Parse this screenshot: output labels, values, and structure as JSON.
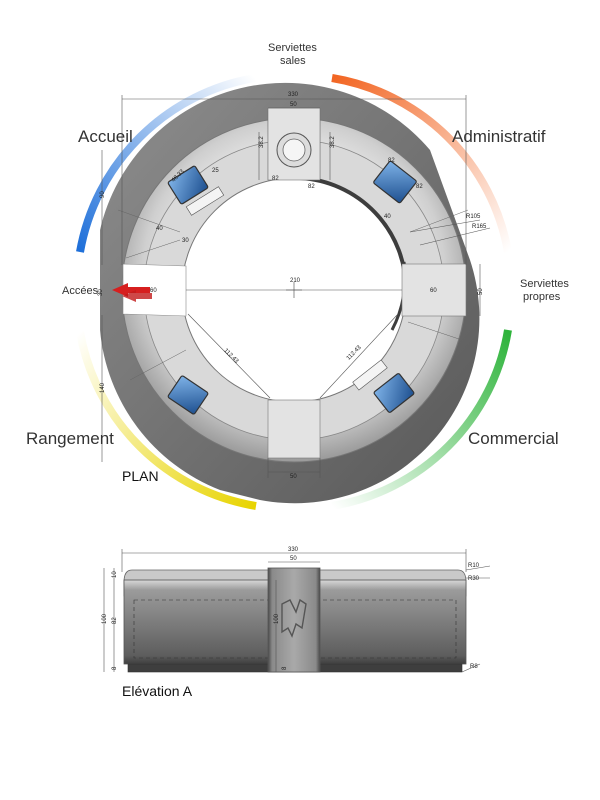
{
  "plan": {
    "title": "PLAN",
    "zones": {
      "accueil": "Accueil",
      "administratif": "Administratif",
      "rangement": "Rangement",
      "commercial": "Commercial",
      "acces": "Accées",
      "serviettes_sales_line1": "Serviettes",
      "serviettes_sales_line2": "sales",
      "serviettes_propres_line1": "Serviettes",
      "serviettes_propres_line2": "propres"
    },
    "dimensions": {
      "overall_width": "330",
      "top_module": "50",
      "bottom_module": "50",
      "inner_diameter": "210",
      "left_opening": "60",
      "right_opening": "60",
      "right_module_height": "50",
      "top_left_depth": "38.2",
      "top_right_depth": "38.2",
      "radius_small": "R105",
      "radius_large": "R165",
      "diagonal_left": "112.43",
      "diagonal_right": "112.43",
      "left_height_top": "90",
      "left_height_bottom": "140",
      "left_offset": "30",
      "seg_40": "40",
      "seg_30": "30",
      "seg_48": "48.33",
      "seg_25": "25",
      "top_82a": "82",
      "top_82b": "82",
      "top_82c": "82",
      "top_82d": "82",
      "top_40b": "40",
      "acces_30": "30"
    },
    "colors": {
      "accueil": "#1e6fd9",
      "administratif": "#f26522",
      "rangement": "#e8d400",
      "commercial": "#2db33a",
      "serviettes_sales": "#2233bb",
      "serviettes_propres": "#3a3ad8",
      "bottom_accent": "#e655d8",
      "acces_arrow": "#d61f1f"
    }
  },
  "elevation": {
    "title": "Elévation A",
    "dimensions": {
      "overall_width": "330",
      "center_module": "50",
      "height_total": "100",
      "height_body": "82",
      "top_band": "10",
      "base": "8",
      "center_height": "100",
      "center_base": "8",
      "r10": "R10",
      "r30": "R30",
      "r8": "R8"
    }
  }
}
